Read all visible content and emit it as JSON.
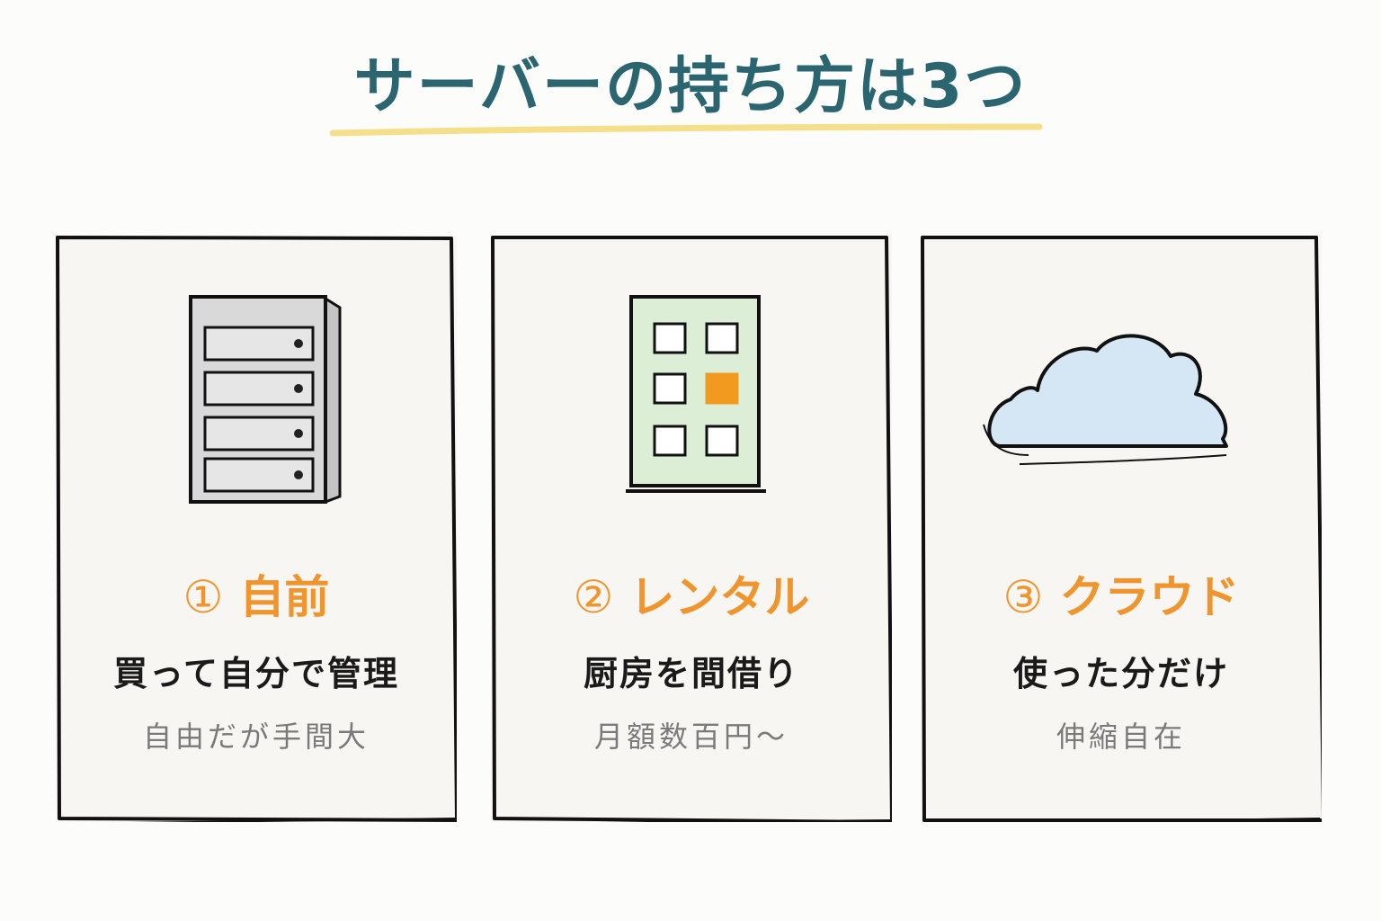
{
  "title": "サーバーの持ち方は3つ",
  "colors": {
    "title": "#2b6570",
    "underline": "#f6df8a",
    "heading": "#f0952e",
    "main_text": "#1a1a1a",
    "sub_text": "#7a7a7a",
    "card_bg": "#f7f6f2",
    "outline": "#111111",
    "server_fill": "#d9d9d9",
    "building_fill": "#dcefd6",
    "window_accent": "#f29a1f",
    "cloud_fill": "#d5e6f5"
  },
  "cards": [
    {
      "number": "①",
      "heading": "自前",
      "main": "買って自分で管理",
      "sub": "自由だが手間大",
      "icon": "server-rack-icon"
    },
    {
      "number": "②",
      "heading": "レンタル",
      "main": "厨房を間借り",
      "sub": "月額数百円～",
      "icon": "building-icon"
    },
    {
      "number": "③",
      "heading": "クラウド",
      "main": "使った分だけ",
      "sub": "伸縮自在",
      "icon": "cloud-icon"
    }
  ]
}
